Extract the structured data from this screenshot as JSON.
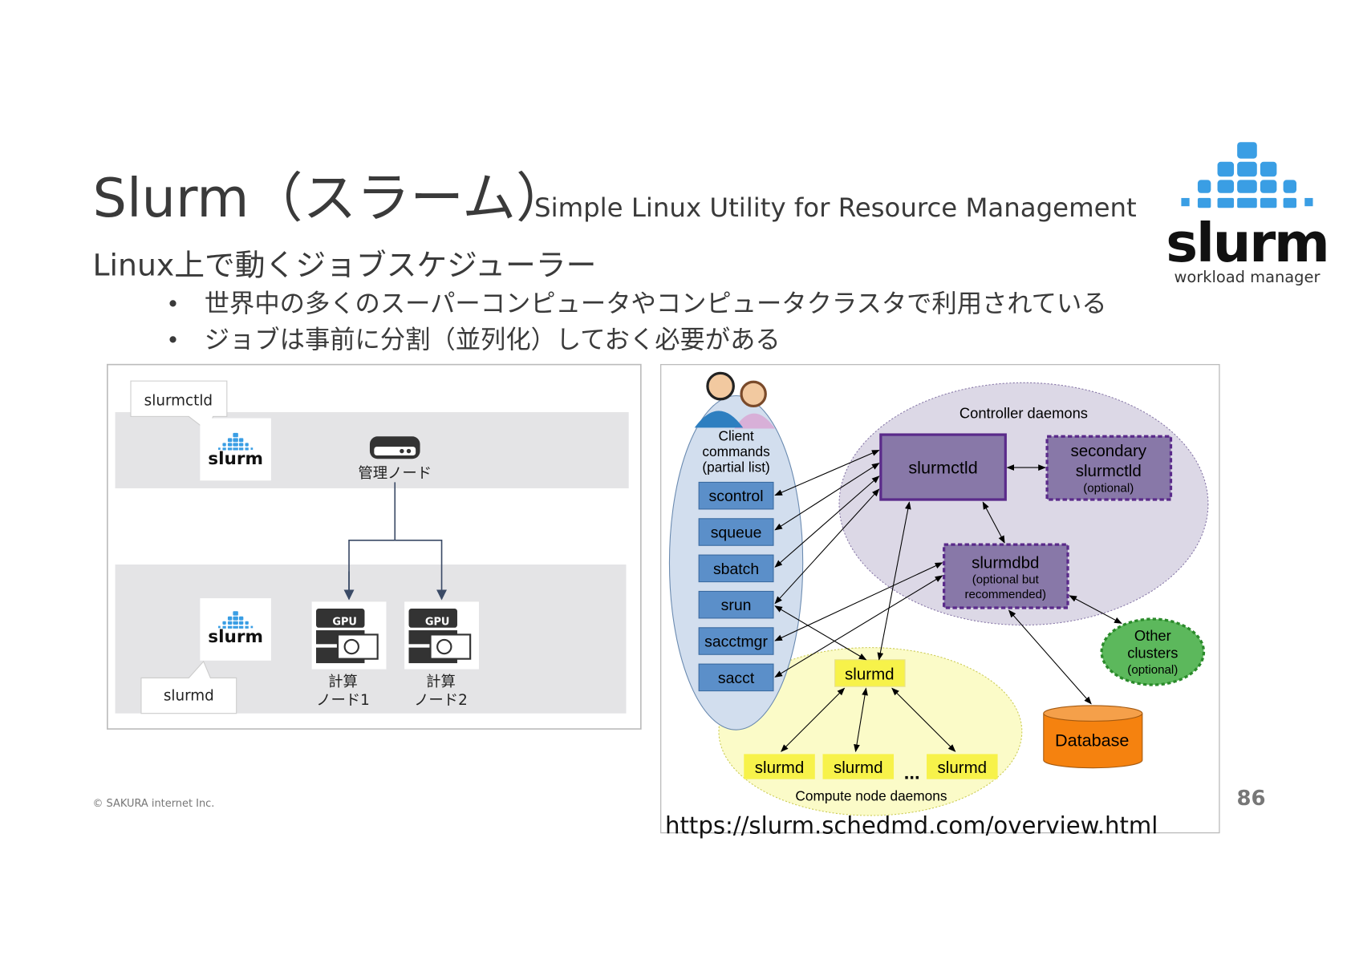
{
  "slide": {
    "title": "Slurm（スラーム）",
    "subtitle": "Simple Linux Utility for Resource Management",
    "lead": "Linux上で動くジョブスケジューラー",
    "bullets": [
      "世界中の多くのスーパーコンピュータやコンピュータクラスタで利用されている",
      "ジョブは事前に分割（並列化）しておく必要がある"
    ],
    "copyright": "© SAKURA internet Inc.",
    "page_number": "86",
    "source_url": "https://slurm.schedmd.com/overview.html"
  },
  "logo": {
    "text": "slurm",
    "tagline": "workload manager",
    "color": "#3a9ee4"
  },
  "left_diagram": {
    "controller_label": "slurmctld",
    "compute_label": "slurmd",
    "mgmt_node": "管理ノード",
    "gpu_label": "GPU",
    "node1": [
      "計算",
      "ノード1"
    ],
    "node2": [
      "計算",
      "ノード2"
    ]
  },
  "right_diagram": {
    "client_title": [
      "Client",
      "commands",
      "(partial list)"
    ],
    "commands": [
      "scontrol",
      "squeue",
      "sbatch",
      "srun",
      "sacctmgr",
      "sacct"
    ],
    "controller_title": "Controller daemons",
    "slurmctld": "slurmctld",
    "secondary": [
      "secondary",
      "slurmctld",
      "(optional)"
    ],
    "slurmdbd": [
      "slurmdbd",
      "(optional but",
      "recommended)"
    ],
    "other_clusters": [
      "Other",
      "clusters",
      "(optional)"
    ],
    "database": "Database",
    "slurmd": "slurmd",
    "slurmd_nodes": [
      "slurmd",
      "slurmd",
      "slurmd"
    ],
    "ellipsis": "...",
    "compute_title": "Compute node daemons",
    "colors": {
      "command": "#5b8fc9",
      "controller": "#8878a8",
      "compute": "#f7f24a",
      "database": "#f5820f",
      "other": "#5cb85c"
    }
  }
}
